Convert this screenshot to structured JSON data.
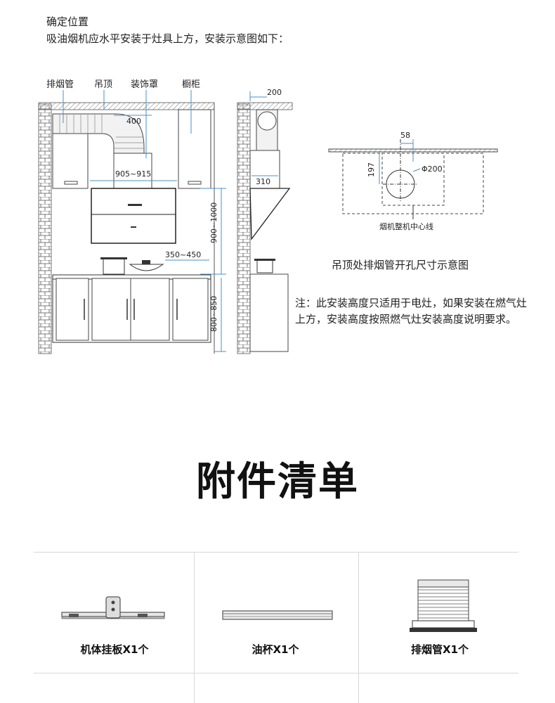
{
  "intro": {
    "title": "确定位置",
    "text": "吸油烟机应水平安装于灶具上方，安装示意图如下："
  },
  "diagram": {
    "labels": {
      "exhaust_pipe": "排烟管",
      "ceiling": "吊顶",
      "decor_cover": "装饰罩",
      "cabinet": "橱柜"
    },
    "dims": {
      "d400": "400",
      "d905": "905~915",
      "d900": "900~1000",
      "d350": "350~450",
      "d800": "800~850",
      "d200": "200",
      "d310": "310",
      "d58": "58",
      "d197": "197",
      "phi200": "Φ200",
      "center_line": "烟机整机中心线"
    },
    "ceiling_caption": "吊顶处排烟管开孔尺寸示意图",
    "note": "注：此安装高度只适用于电灶，如果安装在燃气灶上方，安装高度按照燃气灶安装高度说明要求。"
  },
  "accessories": {
    "title": "附件清单",
    "items": [
      {
        "label": "机体挂板X1个",
        "icon": "mounting-plate-icon"
      },
      {
        "label": "油杯X1个",
        "icon": "oil-cup-icon"
      },
      {
        "label": "排烟管X1个",
        "icon": "exhaust-pipe-icon"
      }
    ]
  }
}
